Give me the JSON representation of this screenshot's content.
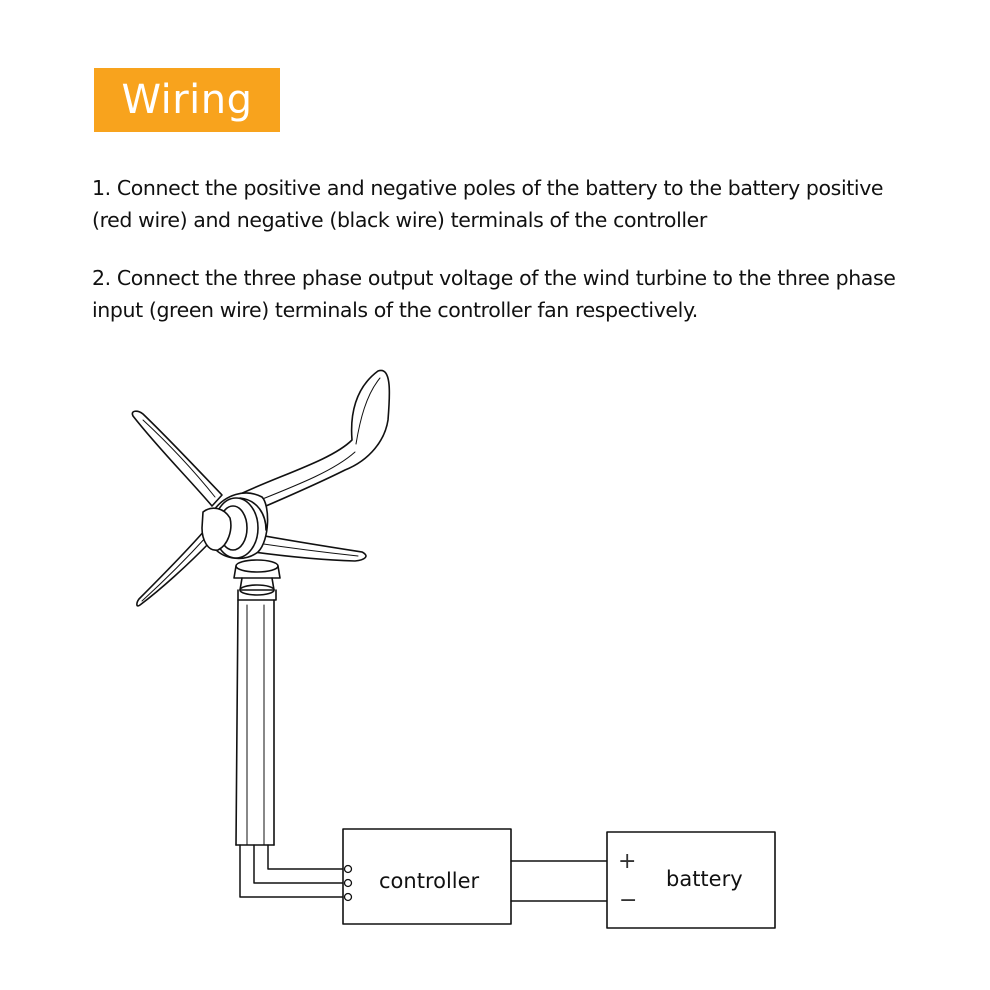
{
  "title": "Wiring",
  "accent_color": "#f8a31d",
  "steps": [
    "1. Connect the positive and negative poles of the battery to the battery positive (red wire) and negative (black wire) terminals of the controller",
    "2. Connect the three phase output voltage of the wind turbine to the three phase input (green wire) terminals of the controller fan respectively."
  ],
  "diagram": {
    "controller_label": "controller",
    "battery_label": "battery",
    "positive_symbol": "+",
    "negative_symbol": "−"
  }
}
